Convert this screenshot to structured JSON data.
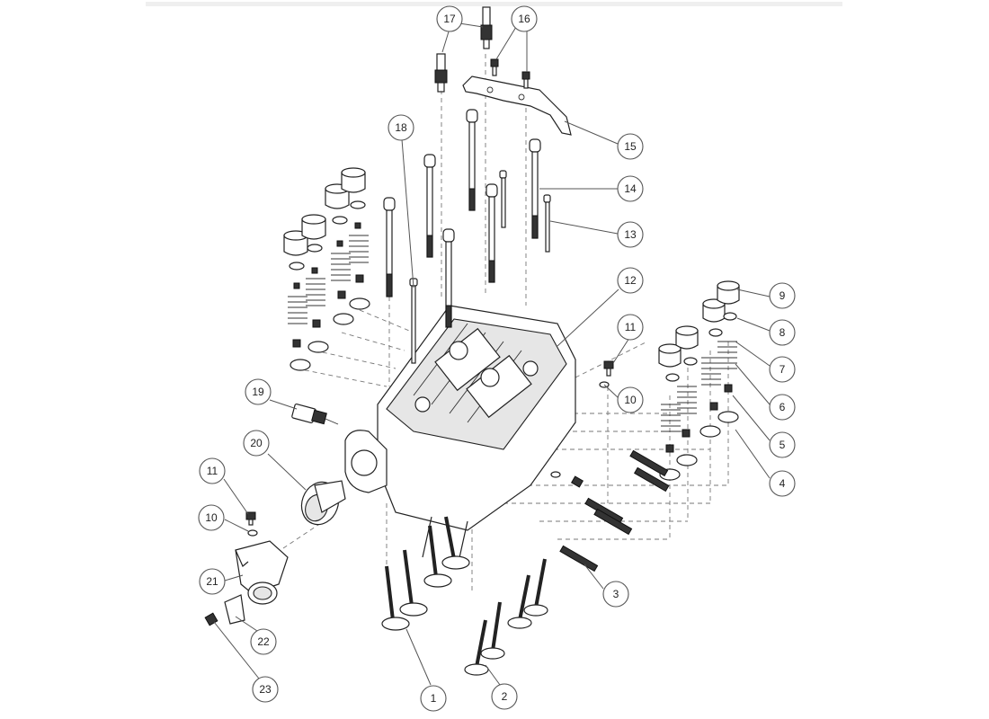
{
  "diagram": {
    "callouts": [
      {
        "id": "c1",
        "label": "1"
      },
      {
        "id": "c2",
        "label": "2"
      },
      {
        "id": "c3",
        "label": "3"
      },
      {
        "id": "c4",
        "label": "4"
      },
      {
        "id": "c5",
        "label": "5"
      },
      {
        "id": "c6",
        "label": "6"
      },
      {
        "id": "c7",
        "label": "7"
      },
      {
        "id": "c8",
        "label": "8"
      },
      {
        "id": "c9",
        "label": "9"
      },
      {
        "id": "c10a",
        "label": "10"
      },
      {
        "id": "c10b",
        "label": "10"
      },
      {
        "id": "c11a",
        "label": "11"
      },
      {
        "id": "c11b",
        "label": "11"
      },
      {
        "id": "c12",
        "label": "12"
      },
      {
        "id": "c13",
        "label": "13"
      },
      {
        "id": "c14",
        "label": "14"
      },
      {
        "id": "c15",
        "label": "15"
      },
      {
        "id": "c16",
        "label": "16"
      },
      {
        "id": "c17",
        "label": "17"
      },
      {
        "id": "c18",
        "label": "18"
      },
      {
        "id": "c19",
        "label": "19"
      },
      {
        "id": "c20",
        "label": "20"
      },
      {
        "id": "c21",
        "label": "21"
      },
      {
        "id": "c22",
        "label": "22"
      },
      {
        "id": "c23",
        "label": "23"
      }
    ],
    "colors": {
      "line": "#222222",
      "callout_stroke": "#555555",
      "background": "#ffffff"
    }
  }
}
